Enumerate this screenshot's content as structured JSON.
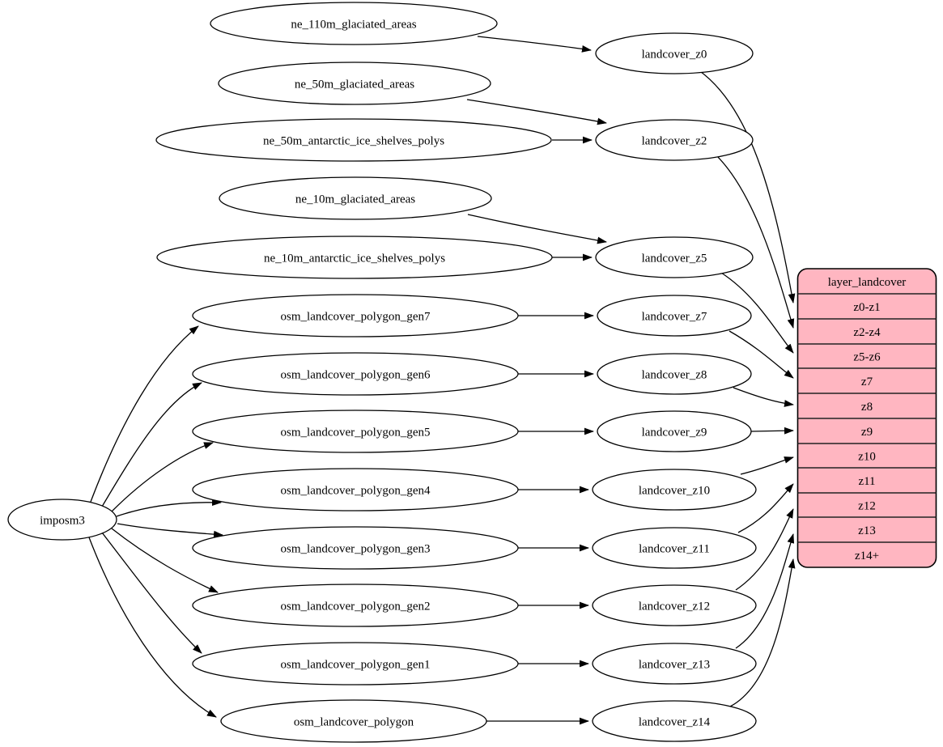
{
  "graph": {
    "background_color": "#ffffff",
    "node_fill": "#ffffff",
    "edge_color": "#000000",
    "table_fill": "#ffb6c1",
    "root": {
      "label": "imposm3"
    },
    "sources": [
      "ne_110m_glaciated_areas",
      "ne_50m_glaciated_areas",
      "ne_50m_antarctic_ice_shelves_polys",
      "ne_10m_glaciated_areas",
      "ne_10m_antarctic_ice_shelves_polys",
      "osm_landcover_polygon_gen7",
      "osm_landcover_polygon_gen6",
      "osm_landcover_polygon_gen5",
      "osm_landcover_polygon_gen4",
      "osm_landcover_polygon_gen3",
      "osm_landcover_polygon_gen2",
      "osm_landcover_polygon_gen1",
      "osm_landcover_polygon"
    ],
    "transforms": [
      "landcover_z0",
      "landcover_z2",
      "landcover_z5",
      "landcover_z7",
      "landcover_z8",
      "landcover_z9",
      "landcover_z10",
      "landcover_z11",
      "landcover_z12",
      "landcover_z13",
      "landcover_z14"
    ],
    "table": {
      "title": "layer_landcover",
      "rows": [
        "z0-z1",
        "z2-z4",
        "z5-z6",
        "z7",
        "z8",
        "z9",
        "z10",
        "z11",
        "z12",
        "z13",
        "z14+"
      ]
    },
    "edges": {
      "root_to_sources": [
        [
          "imposm3",
          "osm_landcover_polygon_gen7"
        ],
        [
          "imposm3",
          "osm_landcover_polygon_gen6"
        ],
        [
          "imposm3",
          "osm_landcover_polygon_gen5"
        ],
        [
          "imposm3",
          "osm_landcover_polygon_gen4"
        ],
        [
          "imposm3",
          "osm_landcover_polygon_gen3"
        ],
        [
          "imposm3",
          "osm_landcover_polygon_gen2"
        ],
        [
          "imposm3",
          "osm_landcover_polygon_gen1"
        ],
        [
          "imposm3",
          "osm_landcover_polygon"
        ]
      ],
      "source_to_transform": [
        [
          "ne_110m_glaciated_areas",
          "landcover_z0"
        ],
        [
          "ne_50m_glaciated_areas",
          "landcover_z2"
        ],
        [
          "ne_50m_antarctic_ice_shelves_polys",
          "landcover_z2"
        ],
        [
          "ne_10m_glaciated_areas",
          "landcover_z5"
        ],
        [
          "ne_10m_antarctic_ice_shelves_polys",
          "landcover_z5"
        ],
        [
          "osm_landcover_polygon_gen7",
          "landcover_z7"
        ],
        [
          "osm_landcover_polygon_gen6",
          "landcover_z8"
        ],
        [
          "osm_landcover_polygon_gen5",
          "landcover_z9"
        ],
        [
          "osm_landcover_polygon_gen4",
          "landcover_z10"
        ],
        [
          "osm_landcover_polygon_gen3",
          "landcover_z11"
        ],
        [
          "osm_landcover_polygon_gen2",
          "landcover_z12"
        ],
        [
          "osm_landcover_polygon_gen1",
          "landcover_z13"
        ],
        [
          "osm_landcover_polygon",
          "landcover_z14"
        ]
      ],
      "transform_to_table_row": [
        [
          "landcover_z0",
          "z0-z1"
        ],
        [
          "landcover_z2",
          "z2-z4"
        ],
        [
          "landcover_z5",
          "z5-z6"
        ],
        [
          "landcover_z7",
          "z7"
        ],
        [
          "landcover_z8",
          "z8"
        ],
        [
          "landcover_z9",
          "z9"
        ],
        [
          "landcover_z10",
          "z10"
        ],
        [
          "landcover_z11",
          "z11"
        ],
        [
          "landcover_z12",
          "z12"
        ],
        [
          "landcover_z13",
          "z13"
        ],
        [
          "landcover_z14",
          "z14+"
        ]
      ]
    }
  }
}
